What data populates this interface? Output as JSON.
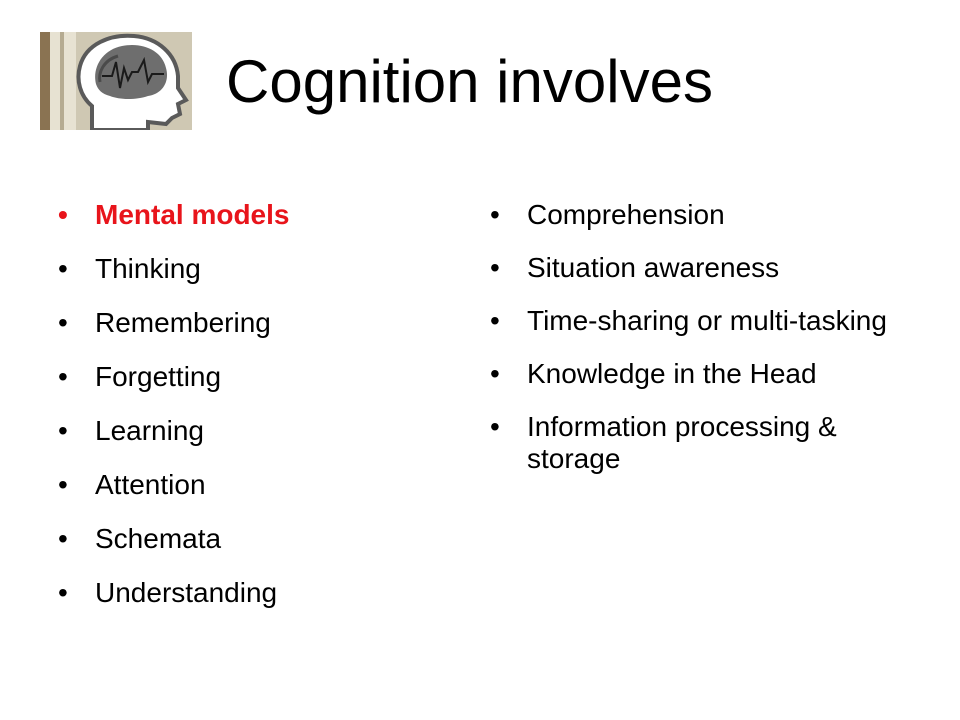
{
  "title": "Cognition involves",
  "colors": {
    "highlight": "#e8141b",
    "text": "#000000",
    "background": "#ffffff"
  },
  "logo_icon": "head-brain-icon",
  "left_list": [
    {
      "label": "Mental models",
      "highlight": true
    },
    {
      "label": "Thinking",
      "highlight": false
    },
    {
      "label": "Remembering",
      "highlight": false
    },
    {
      "label": "Forgetting",
      "highlight": false
    },
    {
      "label": "Learning",
      "highlight": false
    },
    {
      "label": "Attention",
      "highlight": false
    },
    {
      "label": "Schemata",
      "highlight": false
    },
    {
      "label": "Understanding",
      "highlight": false
    }
  ],
  "right_list": [
    {
      "label": "Comprehension"
    },
    {
      "label": "Situation awareness"
    },
    {
      "label": "Time-sharing or multi-tasking"
    },
    {
      "label": "Knowledge in the Head"
    },
    {
      "label": "Information processing & storage"
    }
  ]
}
